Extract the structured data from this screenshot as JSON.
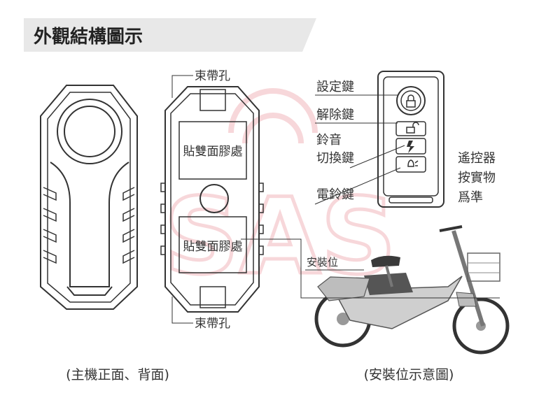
{
  "header": {
    "title": "外觀結構圖示"
  },
  "device_back": {
    "strap_hole_top": "束帶孔",
    "adhesive_top": "貼雙面膠處",
    "adhesive_bottom": "貼雙面膠處",
    "strap_hole_bottom": "束帶孔"
  },
  "remote": {
    "labels": {
      "set_key": "設定鍵",
      "unlock_key": "解除鍵",
      "ring_line1": "鈴音",
      "ring_line2": "切換鍵",
      "bell_key": "電鈴鍵"
    },
    "note_lines": [
      "遙控器",
      "按實物",
      "爲準"
    ]
  },
  "bike": {
    "install_label": "安裝位"
  },
  "captions": {
    "left": "(主機正面、背面)",
    "right": "(安裝位示意圖)"
  },
  "watermark": {
    "text": "SAS"
  },
  "colors": {
    "header_bg": "#e8e8e8",
    "line": "#333333",
    "watermark": "#f2b8bc"
  }
}
